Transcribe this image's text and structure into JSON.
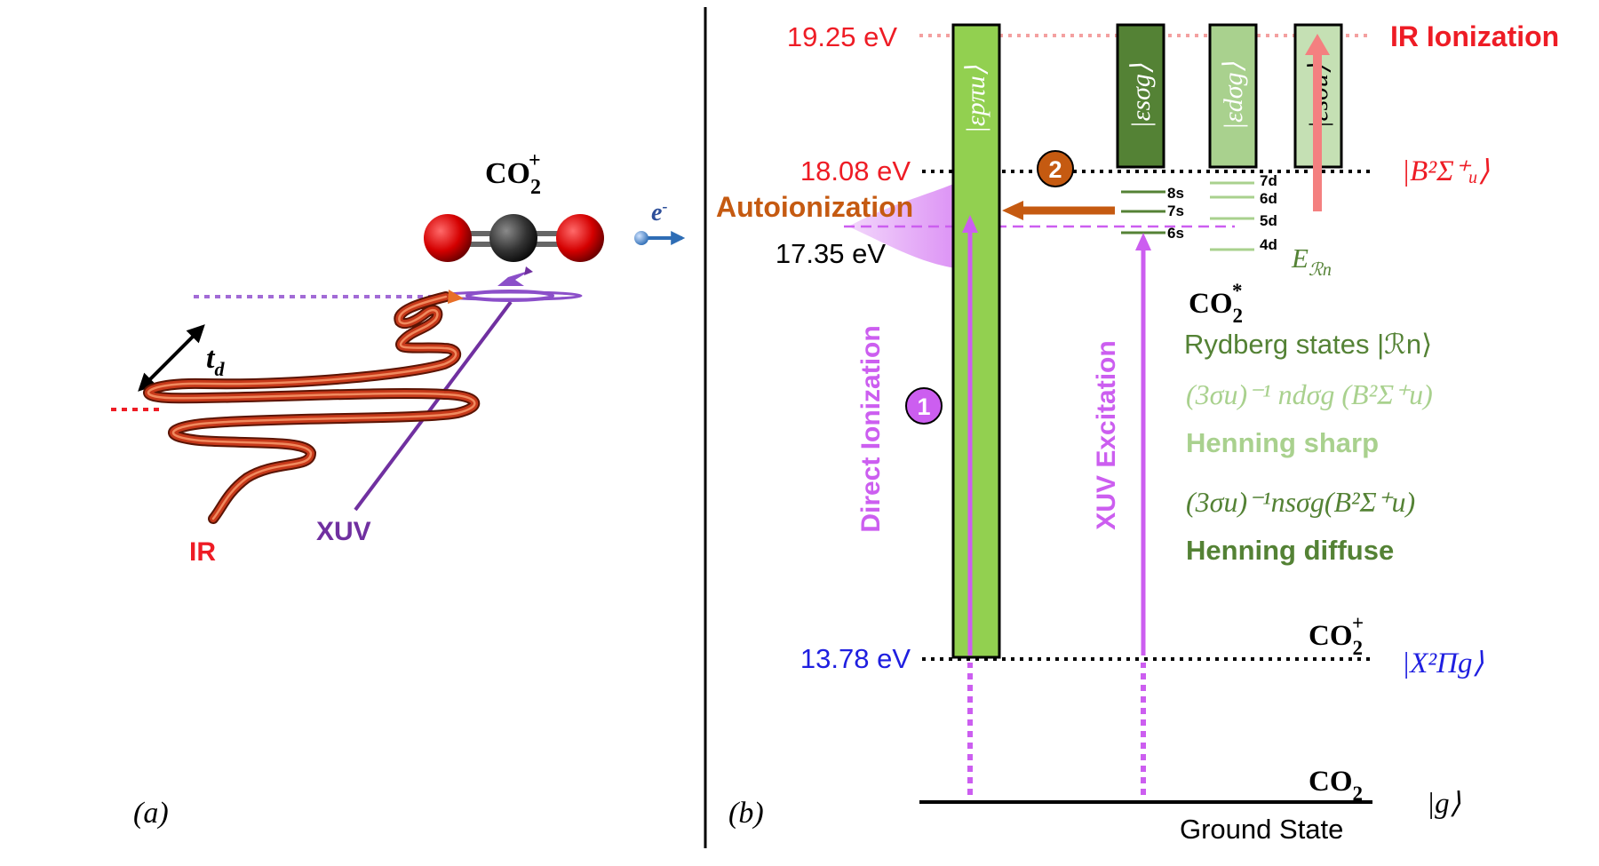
{
  "panel_a": {
    "label": "(a)",
    "molecule_label": "CO",
    "molecule_sub": "2",
    "molecule_sup": "+",
    "electron_label": "e",
    "electron_sup": "-",
    "delay_label": "t",
    "delay_sub": "d",
    "ir_label": "IR",
    "xuv_label": "XUV"
  },
  "panel_b": {
    "label": "(b)",
    "energy_levels": [
      {
        "value": "19.25 eV",
        "state_text": "IR Ionization"
      },
      {
        "value": "18.08 eV",
        "state_text": "|B²Σ⁺ᵤ⟩"
      },
      {
        "value": "17.35 eV"
      },
      {
        "value": "13.78 eV",
        "state_text": "|X²Πg⟩"
      }
    ],
    "continua": [
      "|εpπu⟩",
      "|εsσg⟩",
      "|εdσg⟩",
      "|εsσu⟩"
    ],
    "rydberg_s": [
      "8s",
      "7s",
      "6s"
    ],
    "rydberg_d": [
      "7d",
      "6d",
      "5d",
      "4d"
    ],
    "rydberg_energy_label": "E",
    "rydberg_energy_sub": "ℛn",
    "co2_star": {
      "base": "CO",
      "sub": "2",
      "sup": "*"
    },
    "co2_ion": {
      "base": "CO",
      "sub": "2",
      "sup": "+"
    },
    "co2_ground": {
      "base": "CO",
      "sub": "2"
    },
    "ground_ket": "|g⟩",
    "ground_state_label": "Ground State",
    "rydberg_states_label": "Rydberg states  |ℛn⟩",
    "henning_sharp_config": "(3σu)⁻¹ ndσg (B²Σ⁺u)",
    "henning_sharp_label": "Henning sharp",
    "henning_diffuse_config": "(3σu)⁻¹nsσg(B²Σ⁺u)",
    "henning_diffuse_label": "Henning diffuse",
    "autoionization_label": "Autoionization",
    "direct_ionization_label": "Direct Ionization",
    "xuv_excitation_label": "XUV Excitation",
    "marker_1": "1",
    "marker_2": "2"
  },
  "colors": {
    "ir_red": "#ee1c25",
    "xuv_purple": "#7030a0",
    "magenta": "#cc5ef0",
    "orange": "#c55a11",
    "green_light": "#92d050",
    "green_dark": "#548235",
    "green_mid": "#a9d18e",
    "green_pale": "#c5e0b4",
    "blue": "#1f1fe0"
  }
}
